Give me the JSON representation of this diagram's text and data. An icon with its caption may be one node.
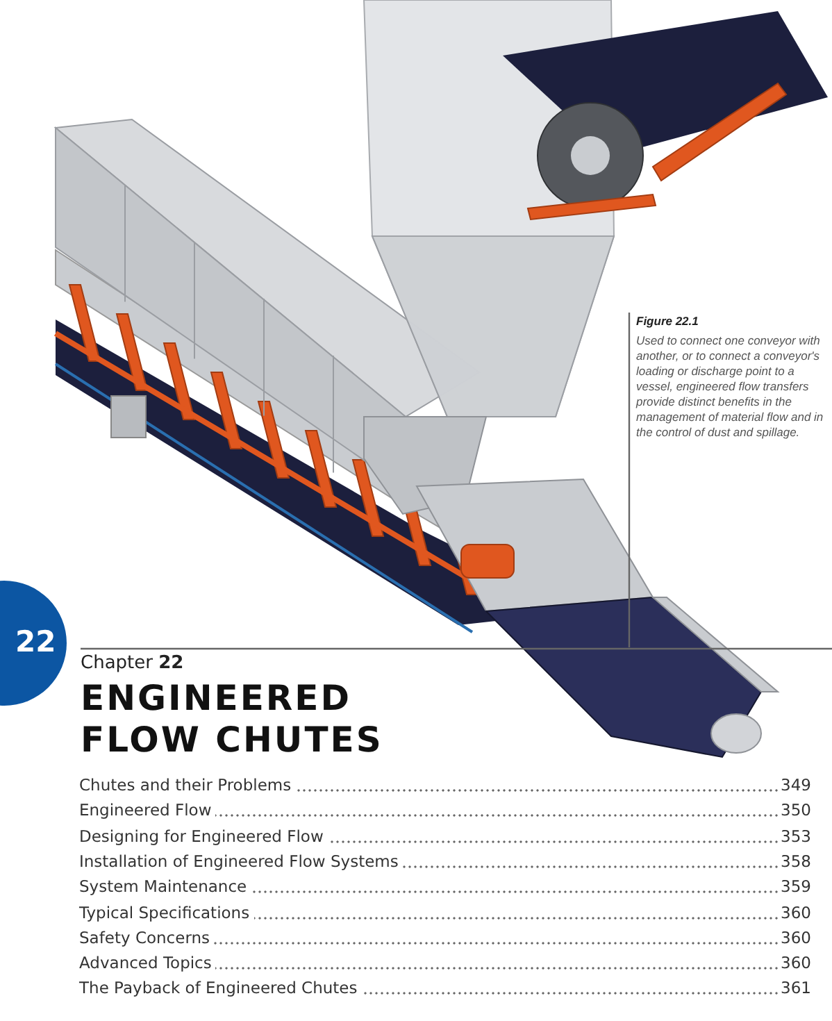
{
  "diagram": {
    "title": "ENGINEERED FLOW CHUTES",
    "nodes": [
      {
        "text": [
          "22"
        ]
      }
    ],
    "labels": [
      "Chapter **22**",
      "Figure 22.1",
      "Used to connect one conveyor with another, or to connect a conveyor's loading or discharge point to a vessel, engineered flow transfers provide distinct benefits in the management of material flow and in the control of dust and spillage.",
      "Chutes and their Problems",
      "349",
      "Engineered Flow",
      "350",
      "Designing for Engineered Flow",
      "353",
      "Installation of Engineered Flow Systems",
      "358",
      "System Maintenance",
      "359",
      "Typical Specifications",
      "360",
      "Safety Concerns",
      "360",
      "Advanced Topics",
      "360",
      "The Payback of Engineered Chutes",
      "361"
    ]
  }
}
